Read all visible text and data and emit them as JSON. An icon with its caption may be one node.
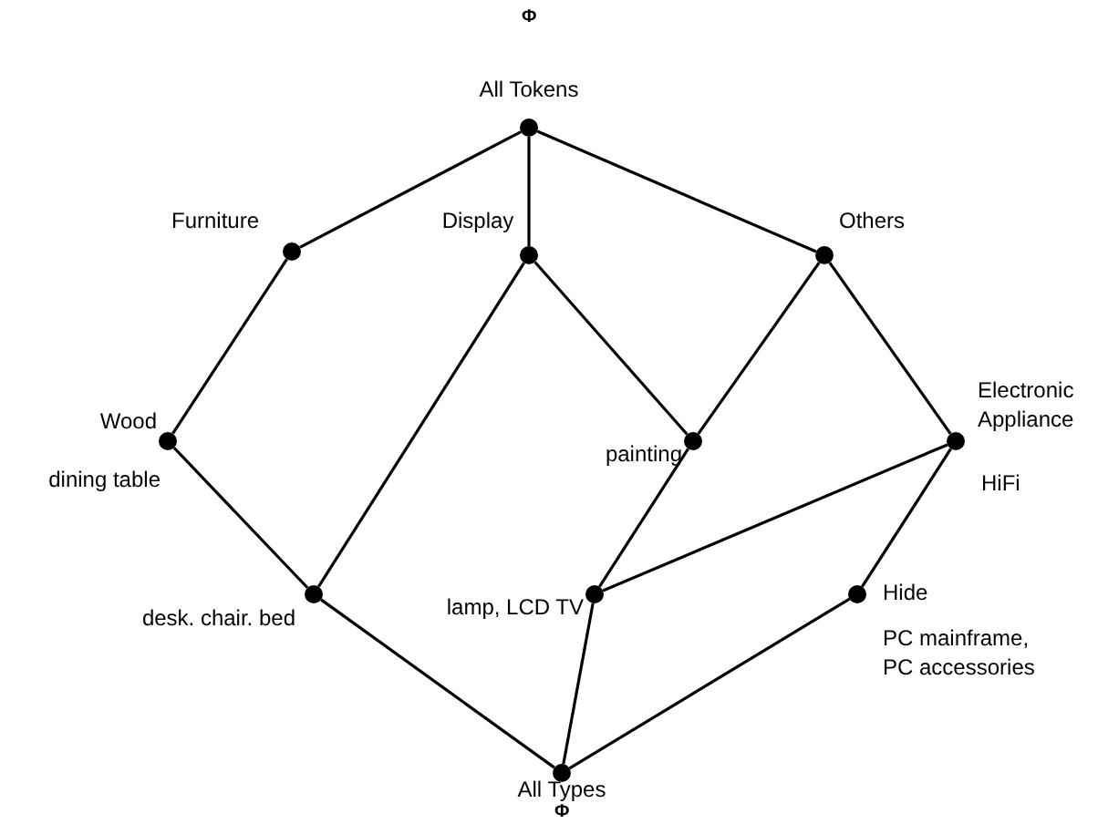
{
  "diagram": {
    "nodes": [
      {
        "text": [],
        "shape": "circle",
        "beside": [
          "All Tokens"
        ]
      },
      {
        "text": [],
        "shape": "circle",
        "beside": [
          "Furniture"
        ]
      },
      {
        "text": [],
        "shape": "circle",
        "beside": [
          "Display"
        ]
      },
      {
        "text": [],
        "shape": "circle",
        "beside": [
          "Others"
        ]
      },
      {
        "text": [],
        "shape": "circle",
        "beside": [
          "Wood",
          "dining table"
        ]
      },
      {
        "text": [],
        "shape": "circle",
        "beside": [
          "painting"
        ]
      },
      {
        "text": [],
        "shape": "circle",
        "beside": [
          "Electronic Appliance",
          "HiFi"
        ]
      },
      {
        "text": [],
        "shape": "circle",
        "beside": [
          "desk. chair. bed"
        ]
      },
      {
        "text": [],
        "shape": "circle",
        "beside": [
          "lamp, LCD TV"
        ]
      },
      {
        "text": [],
        "shape": "circle",
        "beside": [
          "Hide",
          "PC mainframe, PC accessories"
        ]
      },
      {
        "text": [],
        "shape": "circle",
        "beside": [
          "All Types"
        ]
      }
    ],
    "edges": [
      {
        "from": 0,
        "to": 1,
        "arrow": "none"
      },
      {
        "from": 0,
        "to": 2,
        "arrow": "none"
      },
      {
        "from": 0,
        "to": 3,
        "arrow": "none"
      },
      {
        "from": 1,
        "to": 4,
        "arrow": "none"
      },
      {
        "from": 2,
        "to": 7,
        "arrow": "none"
      },
      {
        "from": 2,
        "to": 5,
        "arrow": "none"
      },
      {
        "from": 3,
        "to": 5,
        "arrow": "none"
      },
      {
        "from": 3,
        "to": 6,
        "arrow": "none"
      },
      {
        "from": 4,
        "to": 7,
        "arrow": "none"
      },
      {
        "from": 5,
        "to": 8,
        "arrow": "none"
      },
      {
        "from": 6,
        "to": 8,
        "arrow": "none"
      },
      {
        "from": 6,
        "to": 9,
        "arrow": "none"
      },
      {
        "from": 7,
        "to": 10,
        "arrow": "none"
      },
      {
        "from": 8,
        "to": 10,
        "arrow": "none"
      },
      {
        "from": 9,
        "to": 10,
        "arrow": "none"
      }
    ],
    "labels": [
      "Φ",
      "Φ"
    ]
  }
}
